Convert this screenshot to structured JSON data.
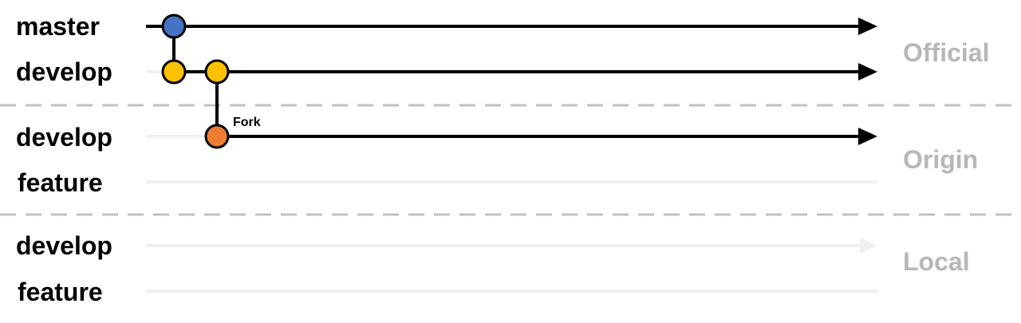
{
  "sections": [
    {
      "label": "Official",
      "branches": [
        {
          "name": "master",
          "state": "active"
        },
        {
          "name": "develop",
          "state": "active"
        }
      ]
    },
    {
      "label": "Origin",
      "branches": [
        {
          "name": "develop",
          "state": "active"
        },
        {
          "name": "feature",
          "state": "inactive"
        }
      ]
    },
    {
      "label": "Local",
      "branches": [
        {
          "name": "develop",
          "state": "inactive"
        },
        {
          "name": "feature",
          "state": "inactive"
        }
      ]
    }
  ],
  "commits": [
    {
      "branch": "master",
      "color": "#4472c4"
    },
    {
      "branch": "develop",
      "color": "#ffc000"
    },
    {
      "branch": "develop",
      "color": "#ffc000"
    },
    {
      "branch": "develop",
      "color": "#ed7d31"
    }
  ],
  "annotations": {
    "fork": "Fork"
  },
  "colors": {
    "active_line": "#000000",
    "inactive_line": "#f0f0f0",
    "divider": "#c0c0c0",
    "section_label": "#b7b7b7"
  }
}
